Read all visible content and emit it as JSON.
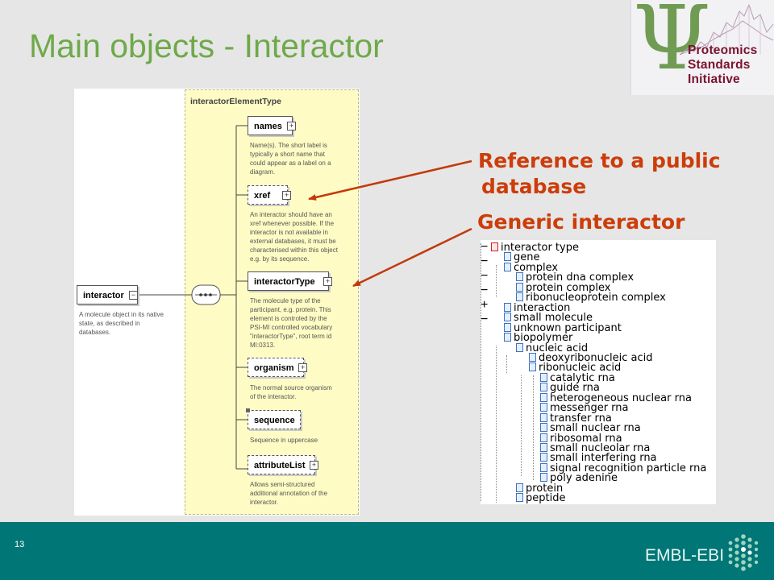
{
  "title": "Main objects - Interactor",
  "logo": {
    "line1": "Proteomics",
    "line2": "Standards",
    "line3": "Initiative"
  },
  "callouts": {
    "reference_line1": "Reference to a public",
    "reference_line2": "database",
    "generic": "Generic interactor"
  },
  "schema": {
    "root": {
      "label": "interactor",
      "desc": [
        "A molecule object in its native",
        "state, as described in",
        "databases."
      ]
    },
    "type_name": "interactorElementType",
    "elements": [
      {
        "label": "names",
        "desc": [
          "Name(s).  The short label is",
          "typically a short name that",
          "could appear as a label on a",
          "diagram."
        ]
      },
      {
        "label": "xref",
        "desc": [
          "An interactor should have an",
          "xref whenever possible. If the",
          "interactor is not available in",
          "external databases, it must be",
          "characterised within this object",
          "e.g. by its sequence."
        ]
      },
      {
        "label": "interactorType",
        "desc": [
          "The molecule type of the",
          "participant, e.g. protein. This",
          "element is controled by the",
          "PSI-MI controlled vocabulary",
          "\"interactorType\", root term id",
          "MI:0313."
        ]
      },
      {
        "label": "organism",
        "desc": [
          "The normal source organism",
          "of the interactor."
        ]
      },
      {
        "label": "sequence",
        "desc": [
          "Sequence in uppercase"
        ]
      },
      {
        "label": "attributeList",
        "desc": [
          "Allows semi-structured",
          "additional annotation of the",
          "interactor."
        ]
      }
    ]
  },
  "tree": [
    "interactor type",
    "gene",
    "complex",
    "protein dna complex",
    "protein complex",
    "ribonucleoprotein complex",
    "interaction",
    "small molecule",
    "unknown participant",
    "biopolymer",
    "nucleic acid",
    "deoxyribonucleic acid",
    "ribonucleic acid",
    "catalytic rna",
    "guide rna",
    "heterogeneous nuclear rna",
    "messenger rna",
    "transfer rna",
    "small nuclear rna",
    "ribosomal rna",
    "small nucleolar rna",
    "small interfering rna",
    "signal recognition particle rna",
    "poly adenine",
    "protein",
    "peptide"
  ],
  "footer": {
    "page": "13",
    "brand": "EMBL-EBI"
  },
  "colors": {
    "title": "#6fa94a",
    "callout": "#cc3d0a",
    "footer": "#007676",
    "schema_type_bg": "#fefcc4"
  }
}
